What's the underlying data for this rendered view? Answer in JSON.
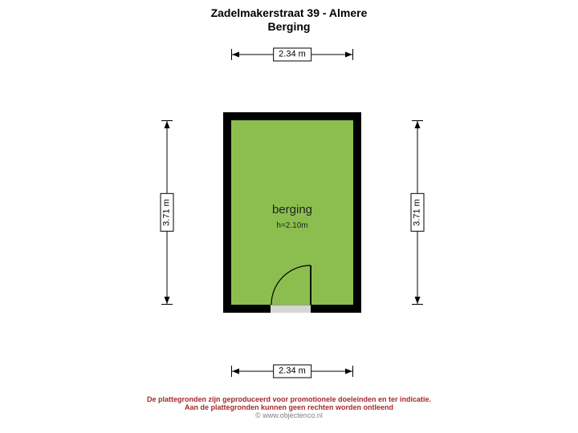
{
  "title": {
    "line1": "Zadelmakerstraat 39 - Almere",
    "line2": "Berging"
  },
  "room": {
    "name": "berging",
    "ceiling_height": "h=2.10m"
  },
  "dimensions": {
    "top": "2.34 m",
    "bottom": "2.34 m",
    "left": "3.71 m",
    "right": "3.71 m"
  },
  "footer": {
    "line1": "De plattegronden zijn geproduceerd voor promotionele doeleinden en ter indicatie.",
    "line2": "Aan de plattegronden kunnen geen rechten worden ontleend",
    "line3": "© www.objectenco.nl"
  },
  "colors": {
    "room_fill": "#8cbe4f",
    "wall": "#000000",
    "disclaimer": "#a52a2a"
  }
}
